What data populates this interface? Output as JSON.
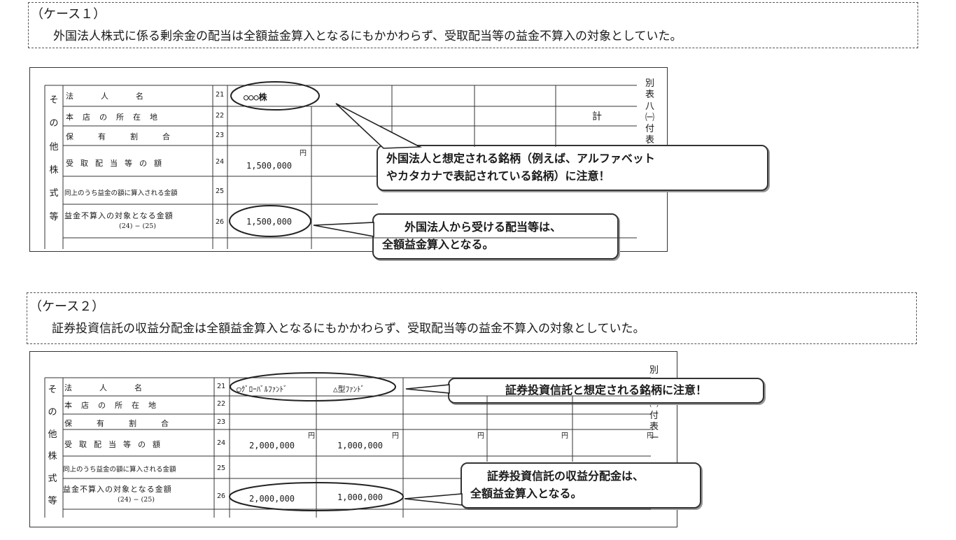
{
  "case1": {
    "title": "（ケース１）",
    "description": "外国法人株式に係る剰余金の配当は全額益金算入となるにもかかわらず、受取配当等の益金不算入の対象としていた。",
    "side_label": [
      "そ",
      "の",
      "他",
      "株",
      "式",
      "等"
    ],
    "rows": [
      {
        "label": "法　人　名",
        "num": "21"
      },
      {
        "label": "本店の所在地",
        "num": "22"
      },
      {
        "label": "保　有　割　合",
        "num": "23"
      },
      {
        "label": "受取配当等の額",
        "num": "24"
      },
      {
        "label": "同上のうち益金の額に算入される金額",
        "num": "25"
      },
      {
        "label": "益金不算入の対象となる金額",
        "sub": "(24) − (25)",
        "num": "26"
      }
    ],
    "name_value": "○○○株",
    "dividend_value": "1,500,000",
    "exclusion_value": "1,500,000",
    "yen": "円",
    "total_label": "計",
    "side_title": [
      "別",
      "表",
      "八",
      "㈠",
      "付",
      "表"
    ],
    "callout1": [
      "外国法人と想定される銘柄（例えば、アルファベット",
      "やカタカナで表記されている銘柄）に注意！"
    ],
    "callout2": [
      "外国法人から受ける配当等は、",
      "全額益金算入となる。"
    ]
  },
  "case2": {
    "title": "（ケース２）",
    "description": "証券投資信託の収益分配金は全額益金算入となるにもかかわらず、受取配当等の益金不算入の対象としていた。",
    "side_label": [
      "そ",
      "の",
      "他",
      "株",
      "式",
      "等"
    ],
    "rows": [
      {
        "label": "法　人　名",
        "num": "21"
      },
      {
        "label": "本店の所在地",
        "num": "22"
      },
      {
        "label": "保　有　割　合",
        "num": "23"
      },
      {
        "label": "受取配当等の額",
        "num": "24"
      },
      {
        "label": "同上のうち益金の額に算入される金額",
        "num": "25"
      },
      {
        "label": "益金不算入の対象となる金額",
        "sub": "(24) − (25)",
        "num": "26"
      }
    ],
    "name1": "○ｸﾞﾛｰﾊﾞﾙﾌｧﾝﾄﾞ",
    "name2": "△型ﾌｧﾝﾄﾞ",
    "dividend1": "2,000,000",
    "dividend2": "1,000,000",
    "exclusion1": "2,000,000",
    "exclusion2": "1,000,000",
    "yen": "円",
    "side_title": [
      "別",
      "㈠",
      "付",
      "表",
      "一"
    ],
    "callout1": [
      "証券投資信託と想定される銘柄に注意！"
    ],
    "callout2": [
      "証券投資信託の収益分配金は、",
      "全額益金算入となる。"
    ]
  }
}
